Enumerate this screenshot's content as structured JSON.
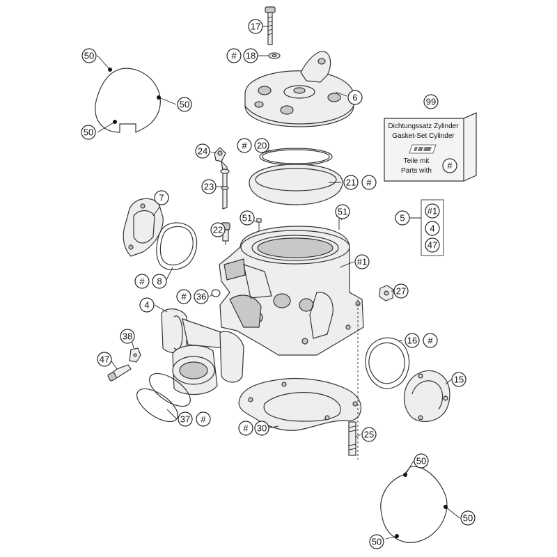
{
  "callouts": [
    {
      "id": "c50a",
      "text": "50"
    },
    {
      "id": "c50b",
      "text": "50"
    },
    {
      "id": "c50c",
      "text": "50"
    },
    {
      "id": "c17",
      "text": "17"
    },
    {
      "id": "c18h",
      "text": "#"
    },
    {
      "id": "c18",
      "text": "18"
    },
    {
      "id": "c6",
      "text": "6"
    },
    {
      "id": "c99",
      "text": "99"
    },
    {
      "id": "c20h",
      "text": "#"
    },
    {
      "id": "c20",
      "text": "20"
    },
    {
      "id": "c24",
      "text": "24"
    },
    {
      "id": "c23",
      "text": "23"
    },
    {
      "id": "c21",
      "text": "21"
    },
    {
      "id": "c21h",
      "text": "#"
    },
    {
      "id": "c7",
      "text": "7"
    },
    {
      "id": "c5",
      "text": "5"
    },
    {
      "id": "c5a",
      "text": "#1"
    },
    {
      "id": "c5b",
      "text": "4"
    },
    {
      "id": "c5c",
      "text": "47"
    },
    {
      "id": "c51a",
      "text": "51"
    },
    {
      "id": "c51b",
      "text": "51"
    },
    {
      "id": "c22",
      "text": "22"
    },
    {
      "id": "c1",
      "text": "#1"
    },
    {
      "id": "c8h",
      "text": "#"
    },
    {
      "id": "c8",
      "text": "8"
    },
    {
      "id": "c36h",
      "text": "#"
    },
    {
      "id": "c36",
      "text": "36"
    },
    {
      "id": "c27",
      "text": "27"
    },
    {
      "id": "c4",
      "text": "4"
    },
    {
      "id": "c38",
      "text": "38"
    },
    {
      "id": "c16",
      "text": "16"
    },
    {
      "id": "c16h",
      "text": "#"
    },
    {
      "id": "c47",
      "text": "47"
    },
    {
      "id": "c15",
      "text": "15"
    },
    {
      "id": "c37",
      "text": "37"
    },
    {
      "id": "c37h",
      "text": "#"
    },
    {
      "id": "c30h",
      "text": "#"
    },
    {
      "id": "c30",
      "text": "30"
    },
    {
      "id": "c25",
      "text": "25"
    },
    {
      "id": "c50d",
      "text": "50"
    },
    {
      "id": "c50e",
      "text": "50"
    },
    {
      "id": "c50f",
      "text": "50"
    }
  ],
  "gasket_set_box": {
    "line1": "Dichtungssatz Zylinder",
    "line2": "Gasket-Set Cylinder",
    "line3": "Teile mit",
    "line4": "Parts with",
    "symbol": "#"
  }
}
